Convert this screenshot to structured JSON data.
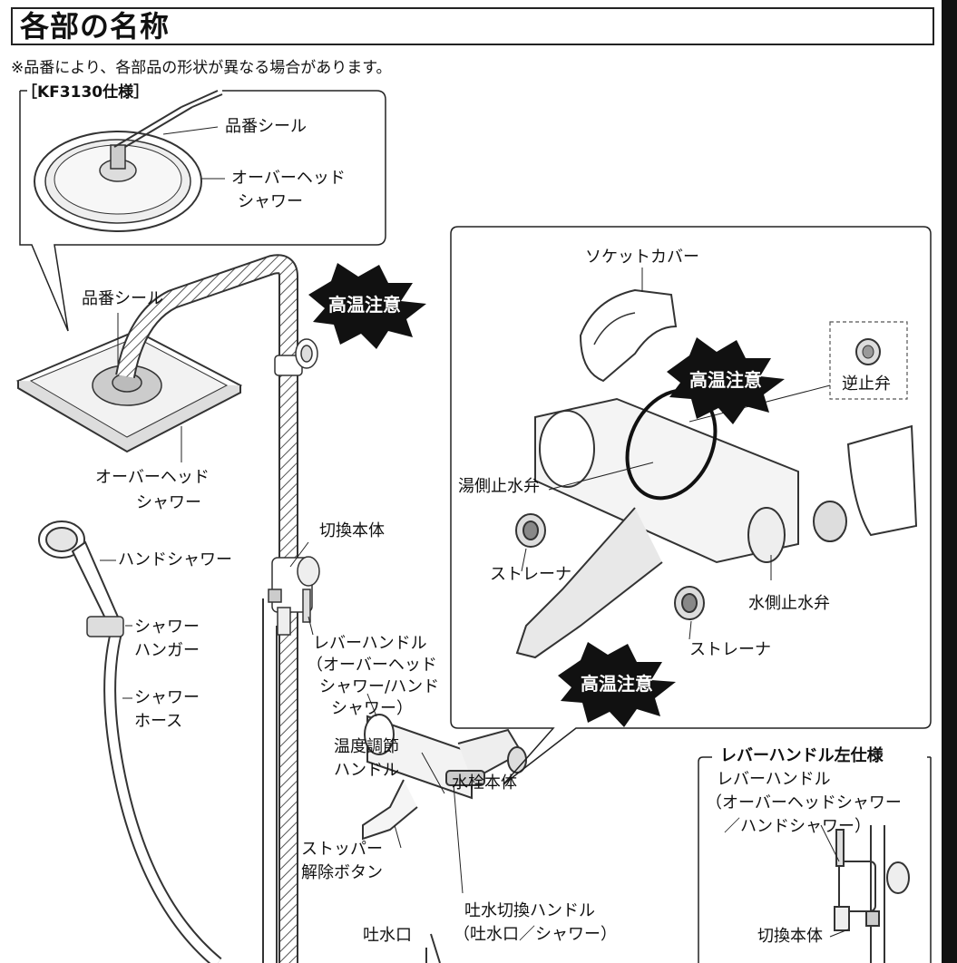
{
  "header": {
    "title": "各部の名称",
    "note": "※品番により、各部品の形状が異なる場合があります。"
  },
  "kf3130": {
    "spec_label": "［KF3130仕様］",
    "serial_seal": "品番シール",
    "overhead_line1": "オーバーヘッド",
    "overhead_line2": "シャワー"
  },
  "main": {
    "serial_seal": "品番シール",
    "overhead_line1": "オーバーヘッド",
    "overhead_line2": "シャワー",
    "hand_shower": "ハンドシャワー",
    "hanger_line1": "シャワー",
    "hanger_line2": "ハンガー",
    "hose_line1": "シャワー",
    "hose_line2": "ホース",
    "switch_body": "切換本体",
    "lever_line1": "レバーハンドル",
    "lever_line2": "（オーバーヘッド",
    "lever_line3": "シャワー/ハンド",
    "lever_line4": "シャワー）",
    "temp_line1": "温度調節",
    "temp_line2": "ハンドル",
    "faucet_body": "水栓本体",
    "stopper_line1": "ストッパー",
    "stopper_line2": "解除ボタン",
    "spout": "吐水口",
    "spout_switch_line1": "吐水切換ハンドル",
    "spout_switch_line2": "（吐水口／シャワー）",
    "caution": "高温注意"
  },
  "detail": {
    "socket_cover": "ソケットカバー",
    "check_valve": "逆止弁",
    "hot_stop_valve": "湯側止水弁",
    "strainer1": "ストレーナ",
    "cold_stop_valve": "水側止水弁",
    "strainer2": "ストレーナ",
    "caution_top": "高温注意",
    "caution_bottom": "高温注意"
  },
  "left_spec": {
    "title": "レバーハンドル左仕様",
    "lever_line1": "レバーハンドル",
    "lever_line2": "（オーバーヘッドシャワー",
    "lever_line3": "／ハンドシャワー）",
    "switch_body": "切換本体"
  }
}
